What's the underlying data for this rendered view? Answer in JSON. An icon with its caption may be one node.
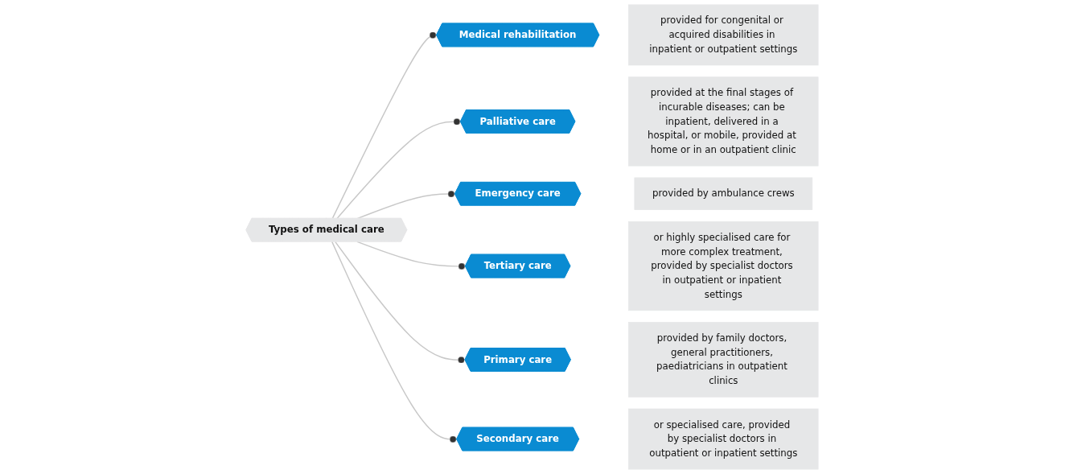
{
  "diagram": {
    "nodes": [
      {
        "text": [
          "Types of medical care"
        ]
      },
      {
        "text": [
          "Medical rehabilitation"
        ]
      },
      {
        "text": [
          "Palliative care"
        ]
      },
      {
        "text": [
          "Emergency care"
        ]
      },
      {
        "text": [
          "Tertiary care"
        ]
      },
      {
        "text": [
          "Primary care"
        ]
      },
      {
        "text": [
          "Secondary care"
        ]
      },
      {
        "text": [
          "provided for congenital or acquired disabilities in inpatient or outpatient settings"
        ]
      },
      {
        "text": [
          "provided at the final stages of incurable diseases; can be inpatient, delivered in a hospital, or mobile, provided at home or in an outpatient clinic"
        ]
      },
      {
        "text": [
          "provided by ambulance crews"
        ]
      },
      {
        "text": [
          "or highly specialised care for more complex treatment, provided by specialist doctors in outpatient or inpatient settings"
        ]
      },
      {
        "text": [
          "provided by family doctors, general practitioners, paediatricians in outpatient clinics"
        ]
      },
      {
        "text": [
          "or specialised care, provided by specialist doctors in outpatient or inpatient settings"
        ]
      }
    ],
    "edges": [
      {
        "from": 0,
        "to": 1,
        "arrow": "other"
      },
      {
        "from": 0,
        "to": 2,
        "arrow": "other"
      },
      {
        "from": 0,
        "to": 3,
        "arrow": "other"
      },
      {
        "from": 0,
        "to": 4,
        "arrow": "other"
      },
      {
        "from": 0,
        "to": 5,
        "arrow": "other"
      },
      {
        "from": 0,
        "to": 6,
        "arrow": "other"
      }
    ]
  }
}
